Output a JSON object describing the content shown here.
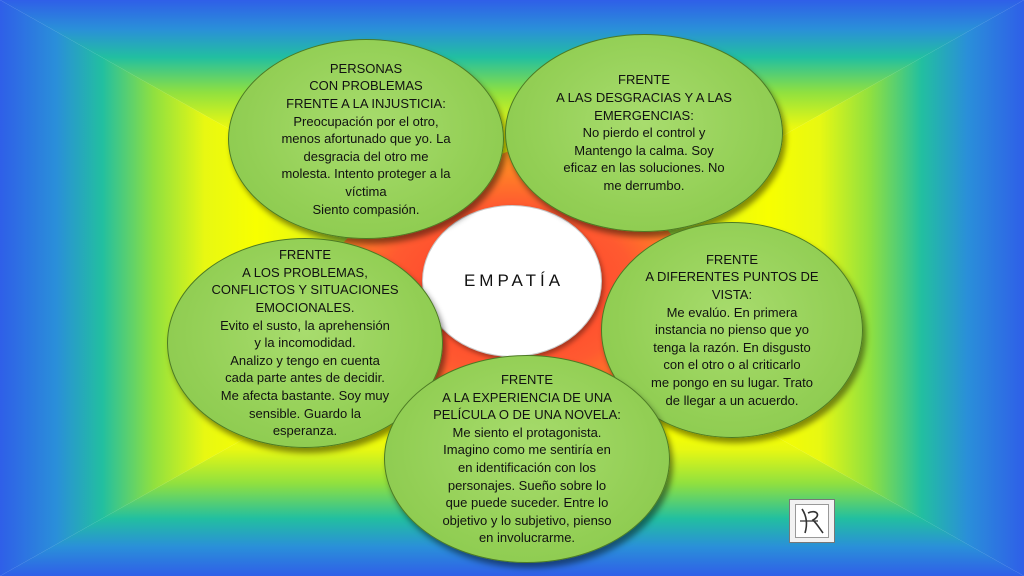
{
  "center": {
    "label": "EMPATÍA"
  },
  "bubbles": {
    "personas": "PERSONAS\nCON PROBLEMAS\nFRENTE A LA INJUSTICIA:\nPreocupación por el otro,\nmenos afortunado que yo. La\ndesgracia del otro me\nmolesta. Intento proteger a la\nvíctima\nSiento compasión.",
    "desgracias": "FRENTE\nA LAS DESGRACIAS Y A LAS\nEMERGENCIAS:\nNo pierdo el control y\nMantengo la calma. Soy\neficaz en las soluciones. No\nme derrumbo.",
    "problemas": "FRENTE\nA LOS PROBLEMAS,\nCONFLICTOS Y SITUACIONES\nEMOCIONALES.\nEvito el susto, la aprehensión\ny la   incomodidad.\nAnalizo  y tengo en cuenta\ncada parte antes de decidir.\nMe afecta bastante. Soy muy\nsensible. Guardo la\nesperanza.",
    "puntos_de_vista": "FRENTE\nA DIFERENTES PUNTOS DE\nVISTA:\nMe evalúo. En primera\ninstancia no pienso que yo\ntenga la razón. En disgusto\ncon el otro o al criticarlo\nme pongo en su lugar. Trato\nde llegar a un acuerdo.",
    "pelicula": "FRENTE\nA LA EXPERIENCIA DE UNA\nPELÍCULA O DE UNA NOVELA:\nMe siento el protagonista.\nImagino como me sentiría en\nen identificación con los\npersonajes.   Sueño sobre lo\nque puede suceder. Entre lo\nobjetivo y lo subjetivo, pienso\nen involucrarme."
  },
  "colors": {
    "bubble_fill": "#93cf55",
    "bubble_border": "#4c7a24",
    "center_fill": "#ffffff",
    "star_fill": "#ff5a3a",
    "bg_outer": "#2f6cf0",
    "bg_inner": "#f5ff00"
  },
  "icons": {
    "logo": "signature-logo-icon"
  }
}
